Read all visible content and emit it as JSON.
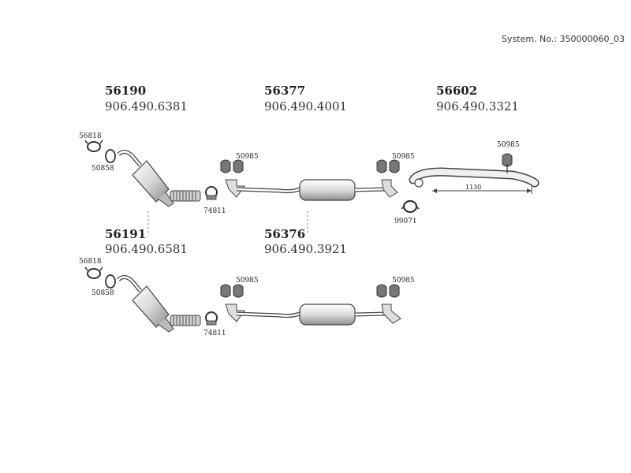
{
  "system_number": "System. No.: 350000060_03",
  "groups": {
    "g1": {
      "part_number": "56190",
      "oem_number": "906.490.6381"
    },
    "g2": {
      "part_number": "56377",
      "oem_number": "906.490.4001"
    },
    "g3": {
      "part_number": "56602",
      "oem_number": "906.490.3321"
    },
    "g4": {
      "part_number": "56191",
      "oem_number": "906.490.6581"
    },
    "g5": {
      "part_number": "56376",
      "oem_number": "906.490.3921"
    }
  },
  "labels": {
    "clamp_56818": "56818",
    "gasket_50858": "50858",
    "clamp_74811": "74811",
    "mount_50985": "50985",
    "clamp_99071": "99071",
    "dimension_1130": "1130"
  }
}
